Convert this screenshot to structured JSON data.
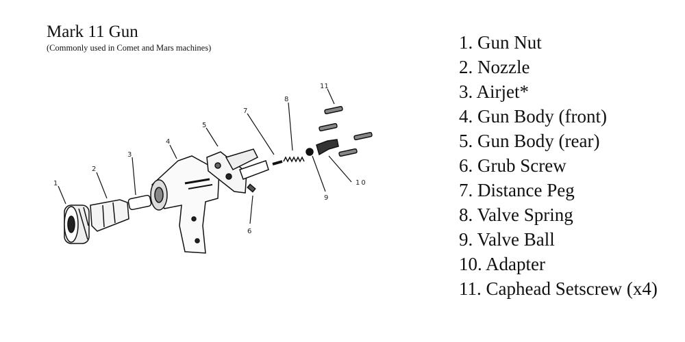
{
  "header": {
    "title": "Mark 11 Gun",
    "subtitle": "(Commonly used in Comet and Mars machines)"
  },
  "callouts": [
    "1",
    "2",
    "3",
    "4",
    "5",
    "6",
    "7",
    "8",
    "9",
    "10",
    "11"
  ],
  "parts": [
    "1. Gun Nut",
    "2. Nozzle",
    "3. Airjet*",
    "4. Gun Body (front)",
    "5. Gun Body (rear)",
    "6. Grub Screw",
    "7. Distance Peg",
    "8. Valve Spring",
    "9. Valve Ball",
    "10. Adapter",
    "11. Caphead Setscrew (x4)"
  ]
}
